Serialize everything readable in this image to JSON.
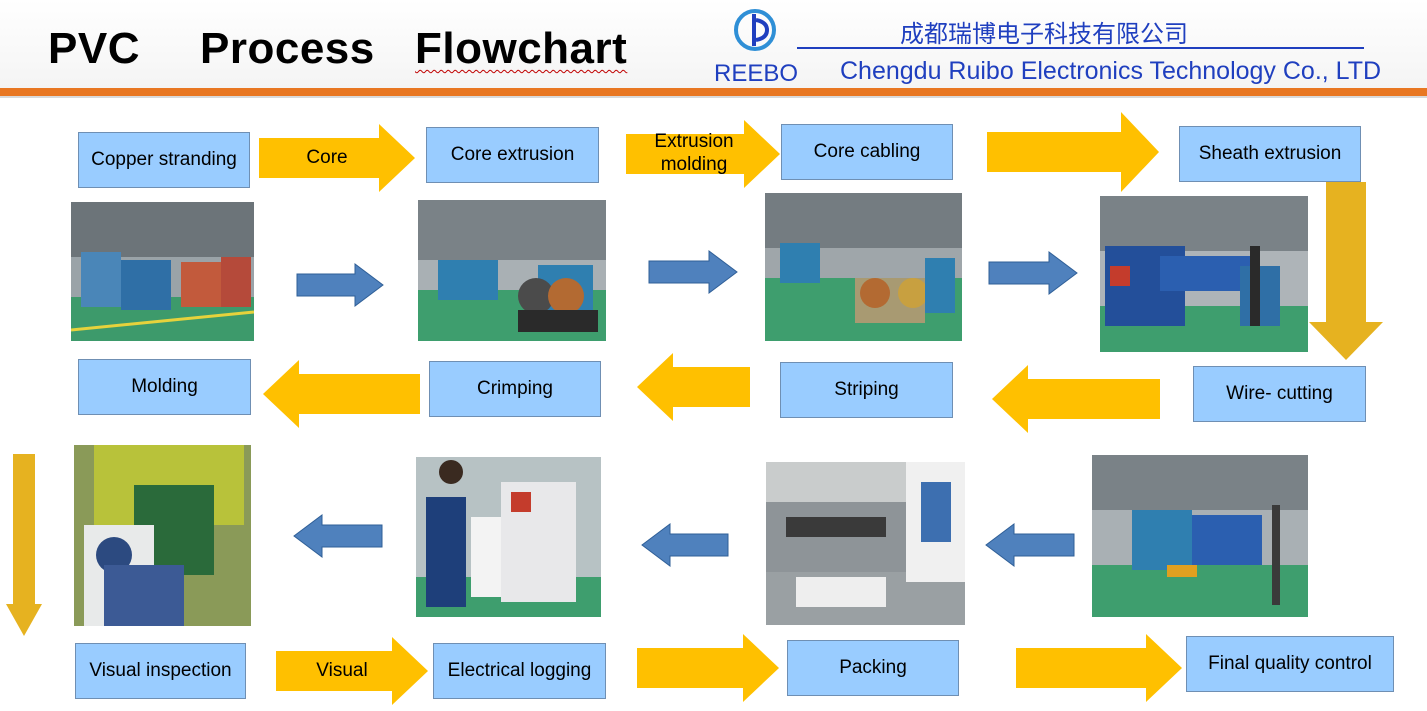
{
  "header": {
    "title_parts": [
      "PVC",
      "Process",
      "Flowchart"
    ],
    "brand": "REEBO",
    "chinese_name": "成都瑞博电子科技有限公司",
    "company": "Chengdu Ruibo Electronics Technology Co., LTD"
  },
  "steps": {
    "copper_stranding": "Copper stranding",
    "core_extrusion": "Core extrusion",
    "core_cabling": "Core cabling",
    "sheath_extrusion": "Sheath extrusion",
    "wire_cutting": "Wire- cutting",
    "striping": "Striping",
    "crimping": "Crimping",
    "molding": "Molding",
    "visual_inspection": "Visual inspection",
    "electrical_logging": "Electrical logging",
    "packing": "Packing",
    "final_quality_control": "Final quality control"
  },
  "arrow_labels": {
    "core": "Core",
    "extrusion_molding_line1": "Extrusion",
    "extrusion_molding_line2": "molding",
    "visual": "Visual"
  },
  "colors": {
    "accent_orange": "#e87722",
    "box_fill": "#99ccff",
    "yellow_arrow": "#ffc000",
    "blue_arrow": "#4f81bd",
    "brand_blue": "#1f3fbf"
  }
}
